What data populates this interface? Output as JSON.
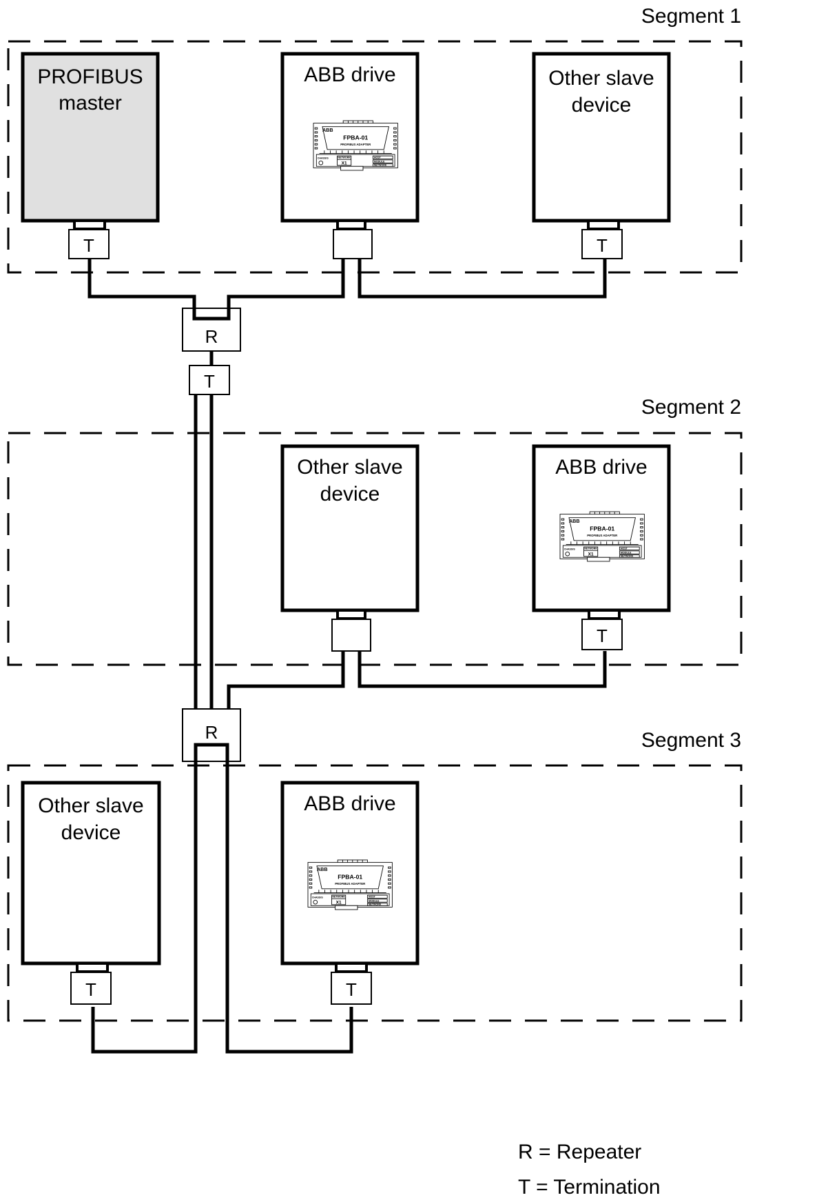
{
  "segments": [
    {
      "label": "Segment 1"
    },
    {
      "label": "Segment 2"
    },
    {
      "label": "Segment 3"
    }
  ],
  "devices": {
    "s1_master": [
      "PROFIBUS",
      "master"
    ],
    "s1_abb": [
      "ABB drive"
    ],
    "s1_other": [
      "Other slave",
      "device"
    ],
    "s2_other": [
      "Other slave",
      "device"
    ],
    "s2_abb": [
      "ABB drive"
    ],
    "s3_other": [
      "Other slave",
      "device"
    ],
    "s3_abb": [
      "ABB drive"
    ]
  },
  "adapter": {
    "brand": "ABB",
    "model": "FPBA-01",
    "subtitle": "PROFIBUS ADAPTER",
    "chassis": "CHASSIS",
    "network": "NETWORK",
    "port": "X1",
    "leds": [
      "HOST",
      "MODULE",
      "NETWORK"
    ]
  },
  "symbols": {
    "repeater": "R",
    "termination": "T"
  },
  "legend": {
    "repeater": "R = Repeater",
    "termination": "T = Termination"
  },
  "colors": {
    "master_fill": "#e0e0e0",
    "line": "#000000"
  }
}
